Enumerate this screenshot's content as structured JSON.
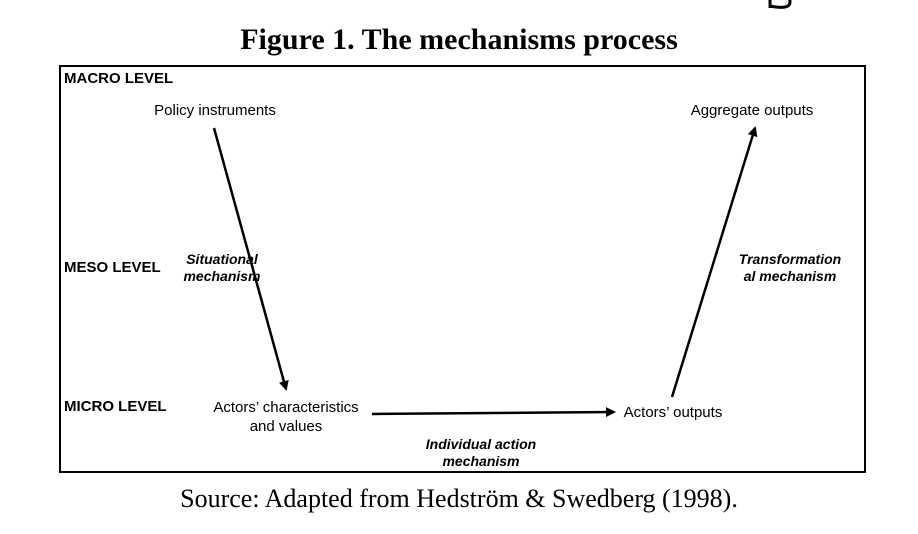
{
  "figure": {
    "title": "Figure 1. The mechanisms process",
    "source": "Source: Adapted from Hedström & Swedberg (1998)."
  },
  "levels": {
    "macro": "MACRO LEVEL",
    "meso": "MESO LEVEL",
    "micro": "MICRO LEVEL"
  },
  "nodes": {
    "policy_instruments": "Policy instruments",
    "aggregate_outputs": "Aggregate outputs",
    "actors_characteristics_line1": "Actors’ characteristics",
    "actors_characteristics_line2": "and values",
    "actors_outputs": "Actors’ outputs"
  },
  "mechanisms": {
    "situational_line1": "Situational",
    "situational_line2": "mechanism",
    "individual_action_line1": "Individual action",
    "individual_action_line2": "mechanism",
    "transformation_line1": "Transformation",
    "transformation_line2": "al mechanism"
  },
  "colors": {
    "line": "#000000",
    "background": "#ffffff"
  }
}
